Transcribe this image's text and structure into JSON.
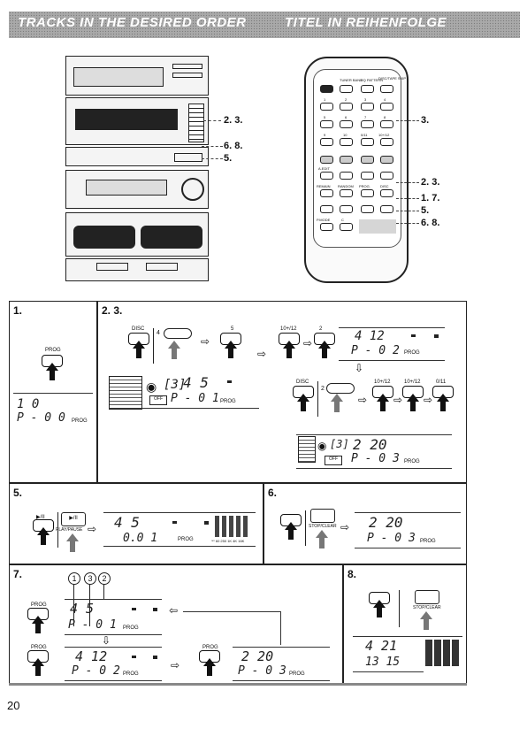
{
  "header": {
    "left": "TRACKS IN THE DESIRED ORDER",
    "right": "TITEL IN REIHENFOLGE"
  },
  "callouts": {
    "stereo_a": "2. 3.",
    "stereo_b": "6. 8.",
    "stereo_c": "5.",
    "remote_a": "3.",
    "remote_b": "2. 3.",
    "remote_c": "1. 7.",
    "remote_d": "5.",
    "remote_e": "6. 8."
  },
  "remote_labels": {
    "tuner": "TUNER BAND",
    "eq": "EQ PATTERN",
    "disc": "DISC/TAPE SKIP",
    "n1": "1",
    "n2": "2",
    "n3": "3",
    "n4": "4",
    "n5": "5",
    "n6": "6",
    "n7": "7",
    "n8": "8",
    "n9": "9",
    "n10": "10",
    "n11": "0/11",
    "n12": "10+/12",
    "aedit": "A.EDIT",
    "remain": "REMAIN",
    "random": "RANDOM",
    "prog": "PROG.",
    "disc2": "DISC",
    "pmode": "P.MODE",
    "c": "C"
  },
  "step1": {
    "label": "1.",
    "button": "PROG",
    "disp_top": "1   0",
    "disp_bot": "P - 0 0",
    "prog": "PROG"
  },
  "step23": {
    "label": "2. 3.",
    "disc": "DISC",
    "disc_no": "4",
    "key5": "5",
    "key10": "10+/12",
    "key2": "2",
    "d1_top": "4   12",
    "d1_bot": "P - 0 2",
    "d1_prog": "PROG",
    "disc_no2": "2",
    "k_a": "10+/12",
    "k_b": "10+/12",
    "k_c": "0/11",
    "d2_top": "4   5",
    "d2_bot": "P - 0 1",
    "d2_prog": "PROG",
    "d3_top": "2  20",
    "d3_bot": "P - 0 3",
    "d3_prog": "PROG",
    "off": "OFF"
  },
  "step5": {
    "label": "5.",
    "btn": "▶/II",
    "sub": "PLAY/PAUSE",
    "disp_top": "4   5",
    "disp_bot": "0.0 1",
    "prog": "PROG",
    "eq": "ⁿᵐ 60  250  1K  4K  16K"
  },
  "step6": {
    "label": "6.",
    "sub": "STOP/CLEAR",
    "disp_top": "2  20",
    "disp_bot": "P - 0 3",
    "prog": "PROG"
  },
  "step7": {
    "label": "7.",
    "c1": "1",
    "c2": "3",
    "c3": "2",
    "prog": "PROG",
    "d1_top": "4   5",
    "d1_bot": "P - 0 1",
    "d2_top": "4  12",
    "d2_bot": "P - 0 2",
    "d3_top": "2  20",
    "d3_bot": "P - 0 3",
    "p_small": "PROG"
  },
  "step8": {
    "label": "8.",
    "sub": "STOP/CLEAR",
    "disp_top": "4  21",
    "disp_bot": "13 15"
  },
  "page_number": "20"
}
